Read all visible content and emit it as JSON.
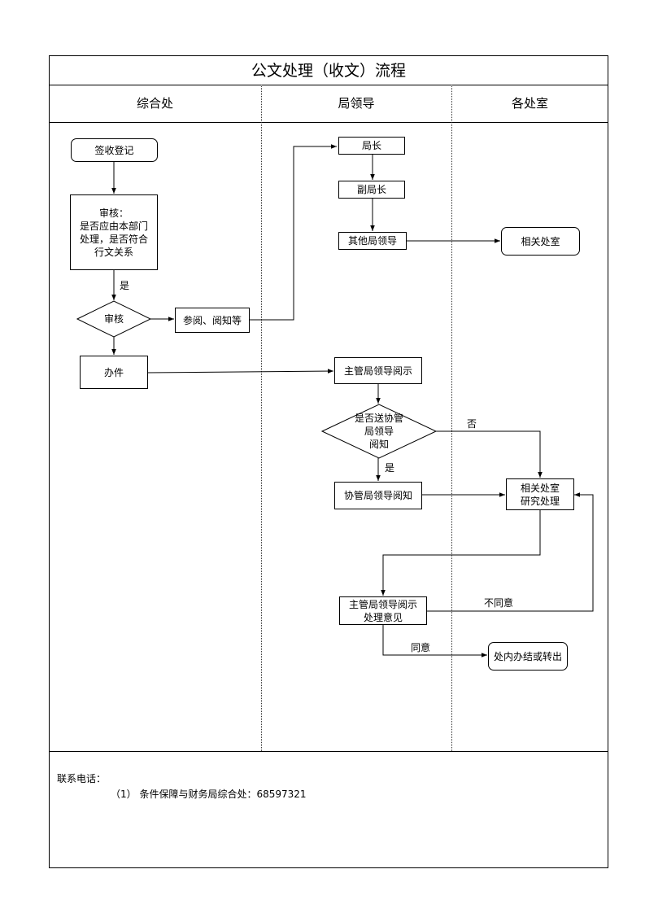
{
  "title": "公文处理（收文）流程",
  "lanes": [
    "综合处",
    "局领导",
    "各处室"
  ],
  "nodes": {
    "sign_in": "签收登记",
    "review_box": "审核：\n是否应由本部门\n处理，是否符合\n行文关系",
    "review_diamond": "审核",
    "read_know": "参阅、阅知等",
    "handle": "办件",
    "director": "局长",
    "deputy_director": "副局长",
    "other_leaders": "其他局领导",
    "related_office_1": "相关处室",
    "chief_leader_read": "主管局领导阅示",
    "send_assist_diamond": "是否送协管\n局领导\n阅知",
    "assist_leader_read": "协管局领导阅知",
    "related_office_study": "相关处室\n研究处理",
    "chief_leader_opinion": "主管局领导阅示\n处理意见",
    "office_conclude": "处内办结或转出"
  },
  "edge_labels": {
    "yes_1": "是",
    "no": "否",
    "yes_2": "是",
    "disagree": "不同意",
    "agree": "同意"
  },
  "contact": {
    "title": "联系电话：",
    "line": "（1） 条件保障与财务局综合处：68597321"
  }
}
